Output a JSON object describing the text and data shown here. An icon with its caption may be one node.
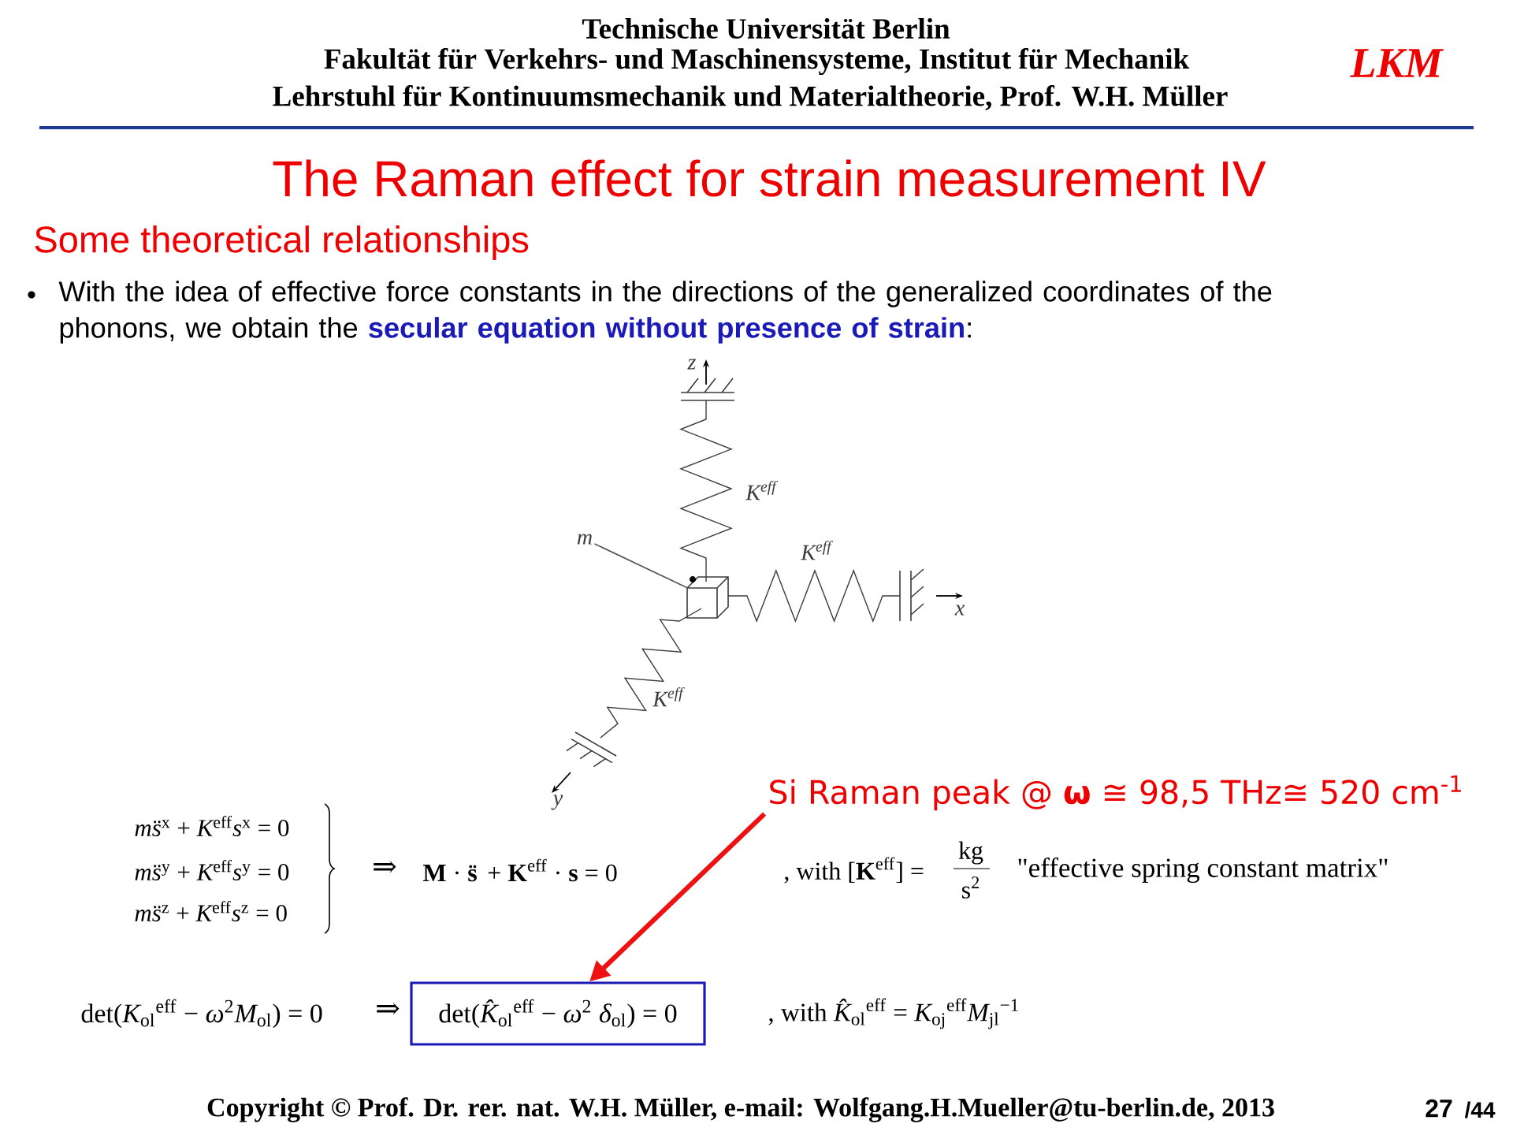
{
  "diagram": {
    "title": "The Raman effect for strain measurement IV",
    "nodes": [
      {
        "text": [
          "m"
        ]
      },
      {
        "text": [],
        "shape": "box"
      },
      {
        "text": [
          "Si Raman peak @ **ω** ≅ 98,5 THz≅ 520 cm$^{-1}$"
        ]
      },
      {
        "text": [
          "det(*K̂*$_{ol}$$^{eff}$ − *ω*$^{2}$ *δ*$_{ol}$) = 0"
        ]
      }
    ],
    "edges": [
      {
        "from": 0,
        "to": 1,
        "arrow": "none",
        "color": "#555555"
      },
      {
        "from": 2,
        "to": 3,
        "arrow": "to",
        "style": "thick",
        "color": "#ee1111"
      }
    ],
    "labels": [
      "Technische Universität Berlin",
      "Fakultät für Verkehrs- und Maschinensysteme, Institut für Mechanik",
      "Lehrstuhl für Kontinuumsmechanik und Materialtheorie, Prof. W.H. Müller",
      "LKM",
      "Some theoretical relationships",
      "With the idea of effective force constants in the directions of the generalized coordinates of the phonons, we obtain the **secular equation without presence of strain**:",
      "z",
      "*K*$^{eff}$",
      "*K*$^{eff}$",
      "x",
      "*K*$^{eff}$",
      "y",
      "*ms̈*$^{x}$ + *K*$^{eff}$*s*$^{x}$ = 0",
      "*ms̈*$^{y}$ + *K*$^{eff}$*s*$^{y}$ = 0",
      "*ms̈*$^{z}$ + *K*$^{eff}$*s*$^{z}$ = 0",
      "⇒",
      "**M** · **s̈** + **K**$^{eff}$ · **s** = 0",
      ", with [**K**$^{eff}$] =",
      "kg",
      "s$^{2}$",
      "\"effective spring constant matrix\"",
      "det(*K*$_{ol}$$^{eff}$ − *ω*$^{2}$*M*$_{ol}$) = 0",
      "⇒",
      ", with *K̂*$_{ol}$$^{eff}$ = *K*$_{oj}$$^{eff}$*M*$_{jl}$$^{−1}$",
      "Copyright © Prof. Dr. rer. nat. W.H. Müller, e-mail: Wolfgang.H.Mueller@tu-berlin.de, 2013",
      "27",
      "/44"
    ]
  }
}
